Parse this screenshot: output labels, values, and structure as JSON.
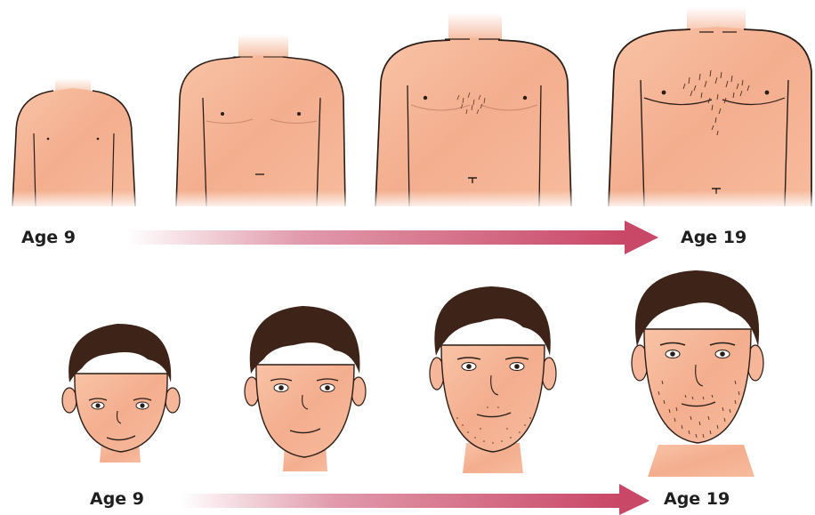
{
  "labels": {
    "top_start": "Age 9",
    "top_end": "Age 19",
    "bottom_start": "Age 9",
    "bottom_end": "Age 19"
  },
  "colors": {
    "skin": "#f5b699",
    "skin_shade": "#ee9e7c",
    "outline": "#2a1d17",
    "hair": "#3d2318",
    "arrow": "#c94767"
  },
  "stages": {
    "torsos": [
      "torso-age-9",
      "torso-early-teen",
      "torso-late-teen",
      "torso-age-19"
    ],
    "faces": [
      "face-age-9",
      "face-early-teen",
      "face-late-teen",
      "face-age-19"
    ]
  }
}
